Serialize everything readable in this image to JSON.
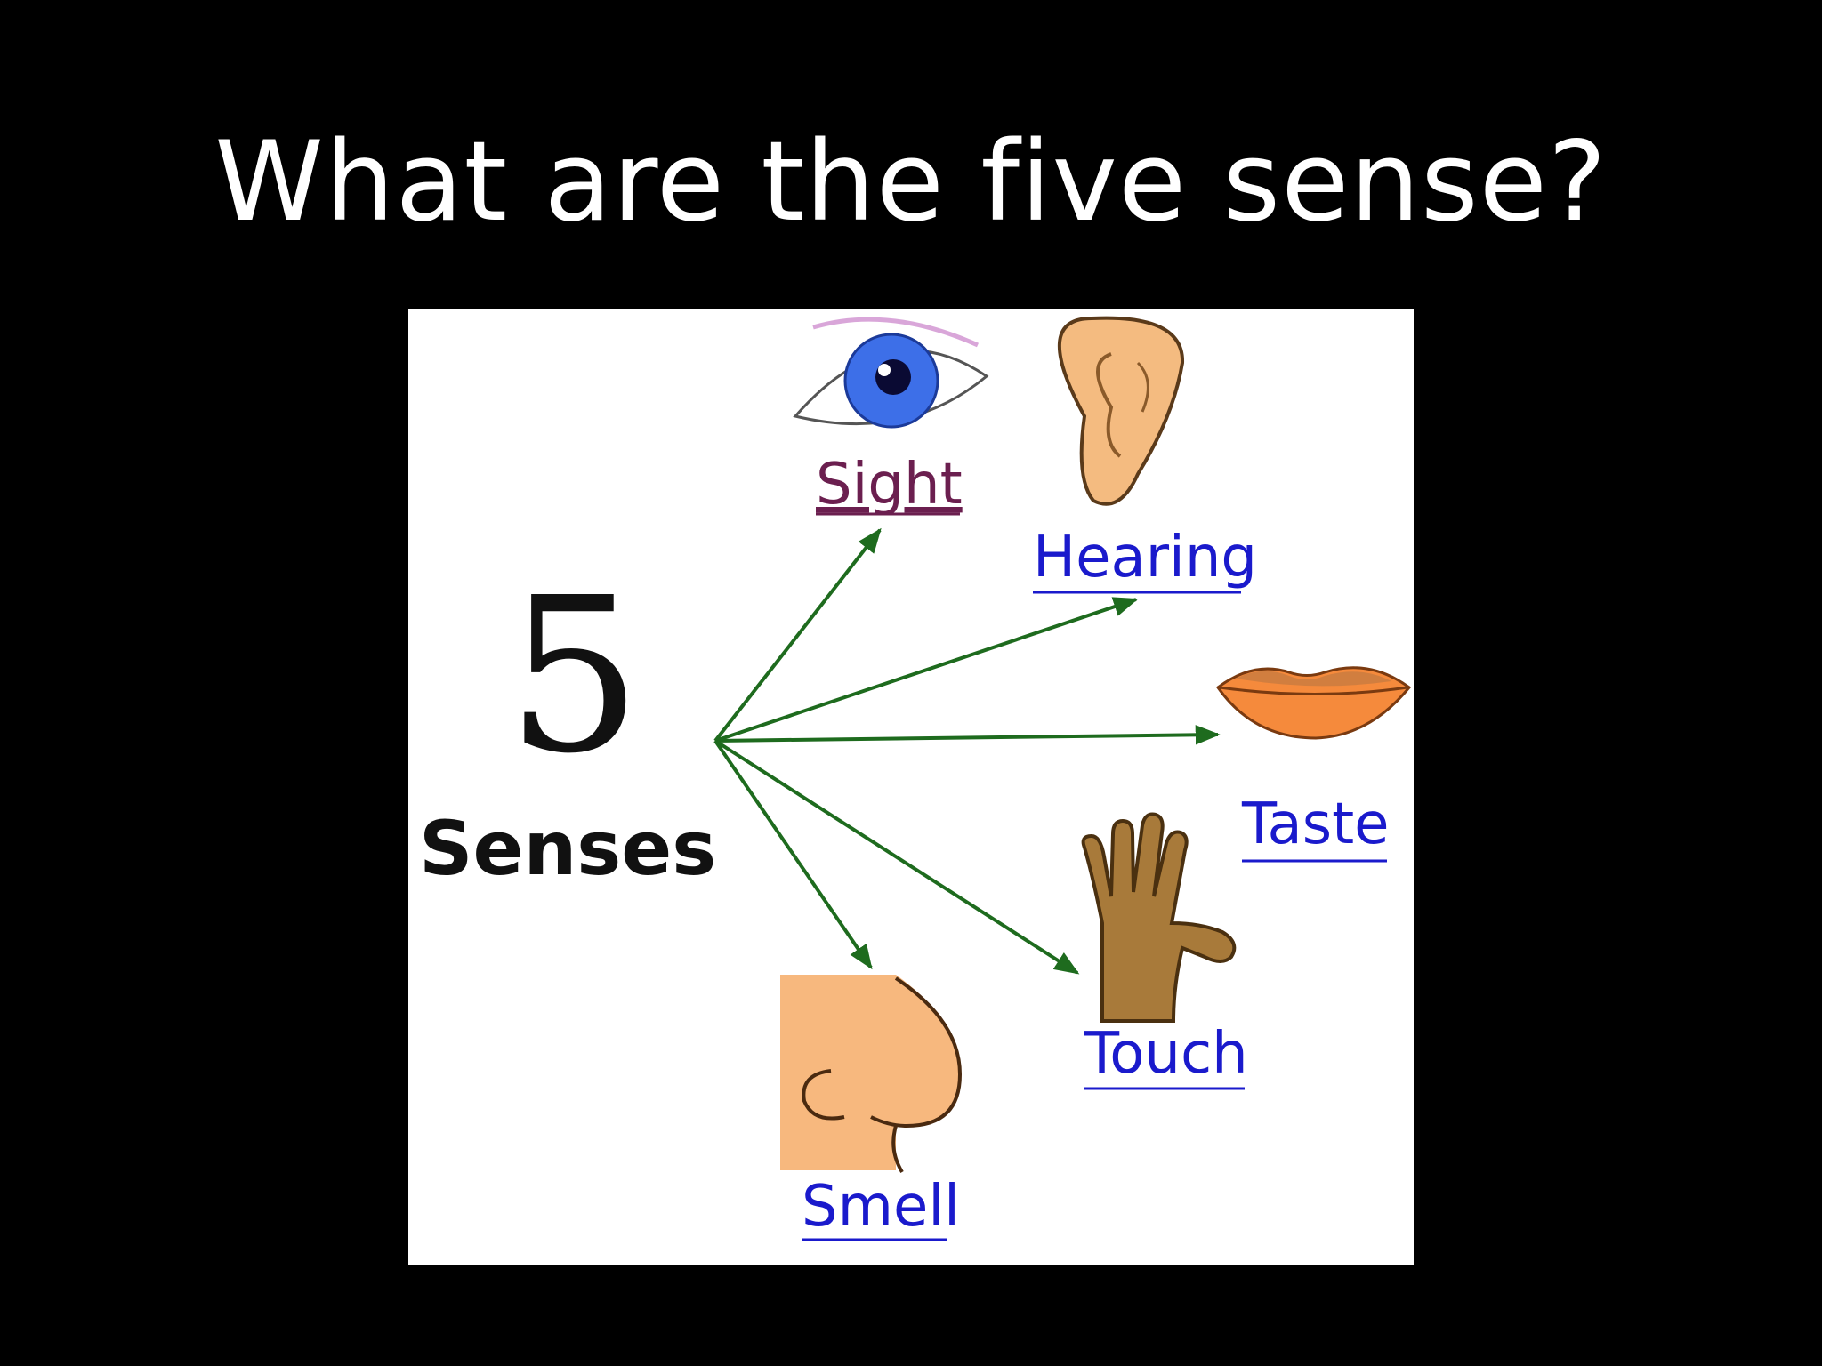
{
  "slide": {
    "title": "What are the five sense?",
    "background": "#000000",
    "title_color": "#ffffff"
  },
  "diagram": {
    "center": {
      "number": "5",
      "label": "Senses"
    },
    "arrow_color": "#1e6b1e",
    "senses": [
      {
        "label": "Sight",
        "icon": "eye-icon",
        "color": "#6b1f4f"
      },
      {
        "label": "Hearing",
        "icon": "ear-icon",
        "color": "#1a1acc"
      },
      {
        "label": "Taste",
        "icon": "lips-icon",
        "color": "#1a1acc"
      },
      {
        "label": "Touch",
        "icon": "hand-icon",
        "color": "#1a1acc"
      },
      {
        "label": "Smell",
        "icon": "nose-icon",
        "color": "#1a1acc"
      }
    ]
  }
}
